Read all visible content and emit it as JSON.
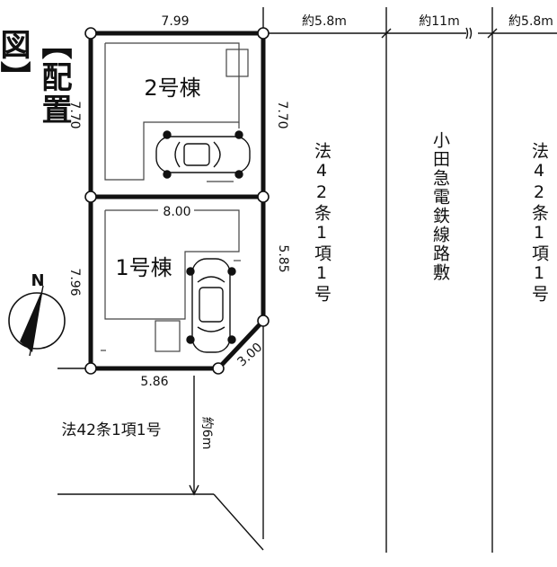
{
  "title": "【配置図】",
  "units": {
    "unit2": "2号棟",
    "unit1": "1号棟"
  },
  "dimensions": {
    "top": "7.99",
    "middle": "8.00",
    "bottom": "5.86",
    "corner": "3.00",
    "left_upper": "7.70",
    "right_upper": "7.70",
    "left_lower": "7.96",
    "right_lower": "5.85"
  },
  "roads": {
    "width_east_1": "約5.8m",
    "width_rail": "約11m",
    "width_east_2": "約5.8m",
    "east_1_label": "法42条1項1号",
    "rail_label": "小田急電鉄線路敷",
    "east_2_label": "法42条1項1号",
    "south_label": "法42条1項1号",
    "south_width": "約6m"
  },
  "compass": {
    "north_label": "N"
  }
}
